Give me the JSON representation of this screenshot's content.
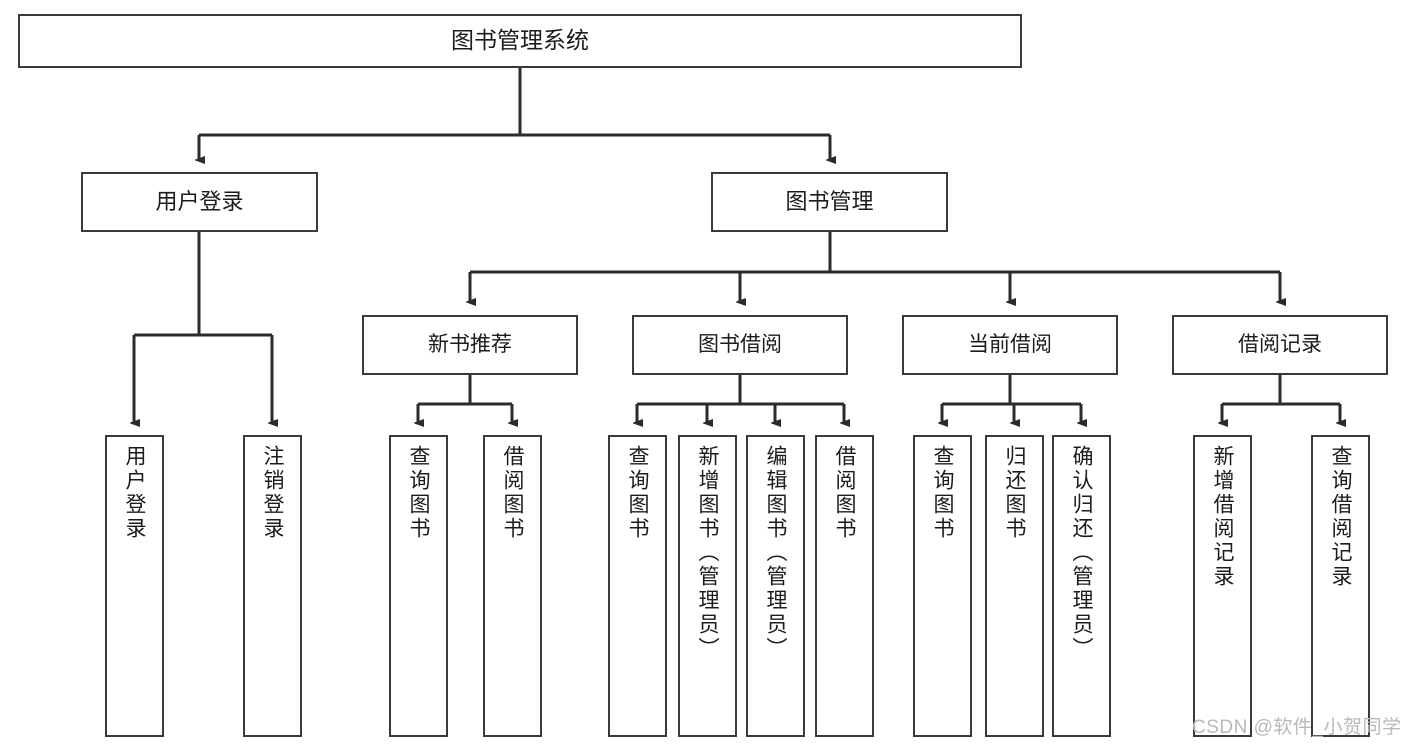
{
  "diagram": {
    "title": "图书管理系统",
    "type": "hierarchy-tree",
    "levels": 4,
    "root": {
      "label": "图书管理系统"
    },
    "level2": [
      {
        "label": "用户登录"
      },
      {
        "label": "图书管理"
      }
    ],
    "level3": [
      {
        "label": "新书推荐"
      },
      {
        "label": "图书借阅"
      },
      {
        "label": "当前借阅"
      },
      {
        "label": "借阅记录"
      }
    ],
    "leaves": [
      {
        "label": "用户登录",
        "parent": "用户登录"
      },
      {
        "label": "注销登录",
        "parent": "用户登录"
      },
      {
        "label": "查询图书",
        "parent": "新书推荐"
      },
      {
        "label": "借阅图书",
        "parent": "新书推荐"
      },
      {
        "label": "查询图书",
        "parent": "图书借阅"
      },
      {
        "label": "新增图书（管理员）",
        "parent": "图书借阅"
      },
      {
        "label": "编辑图书（管理员）",
        "parent": "图书借阅"
      },
      {
        "label": "借阅图书",
        "parent": "图书借阅"
      },
      {
        "label": "查询图书",
        "parent": "当前借阅"
      },
      {
        "label": "归还图书",
        "parent": "当前借阅"
      },
      {
        "label": "确认归还（管理员）",
        "parent": "当前借阅"
      },
      {
        "label": "新增借阅记录",
        "parent": "借阅记录"
      },
      {
        "label": "查询借阅记录",
        "parent": "借阅记录"
      }
    ]
  },
  "watermark": {
    "text": "CSDN @软件_小贺同学"
  },
  "colors": {
    "stroke": "#3a3a3a",
    "text": "#1c1c1c",
    "background": "#ffffff",
    "watermark": "#b9b9b9"
  }
}
